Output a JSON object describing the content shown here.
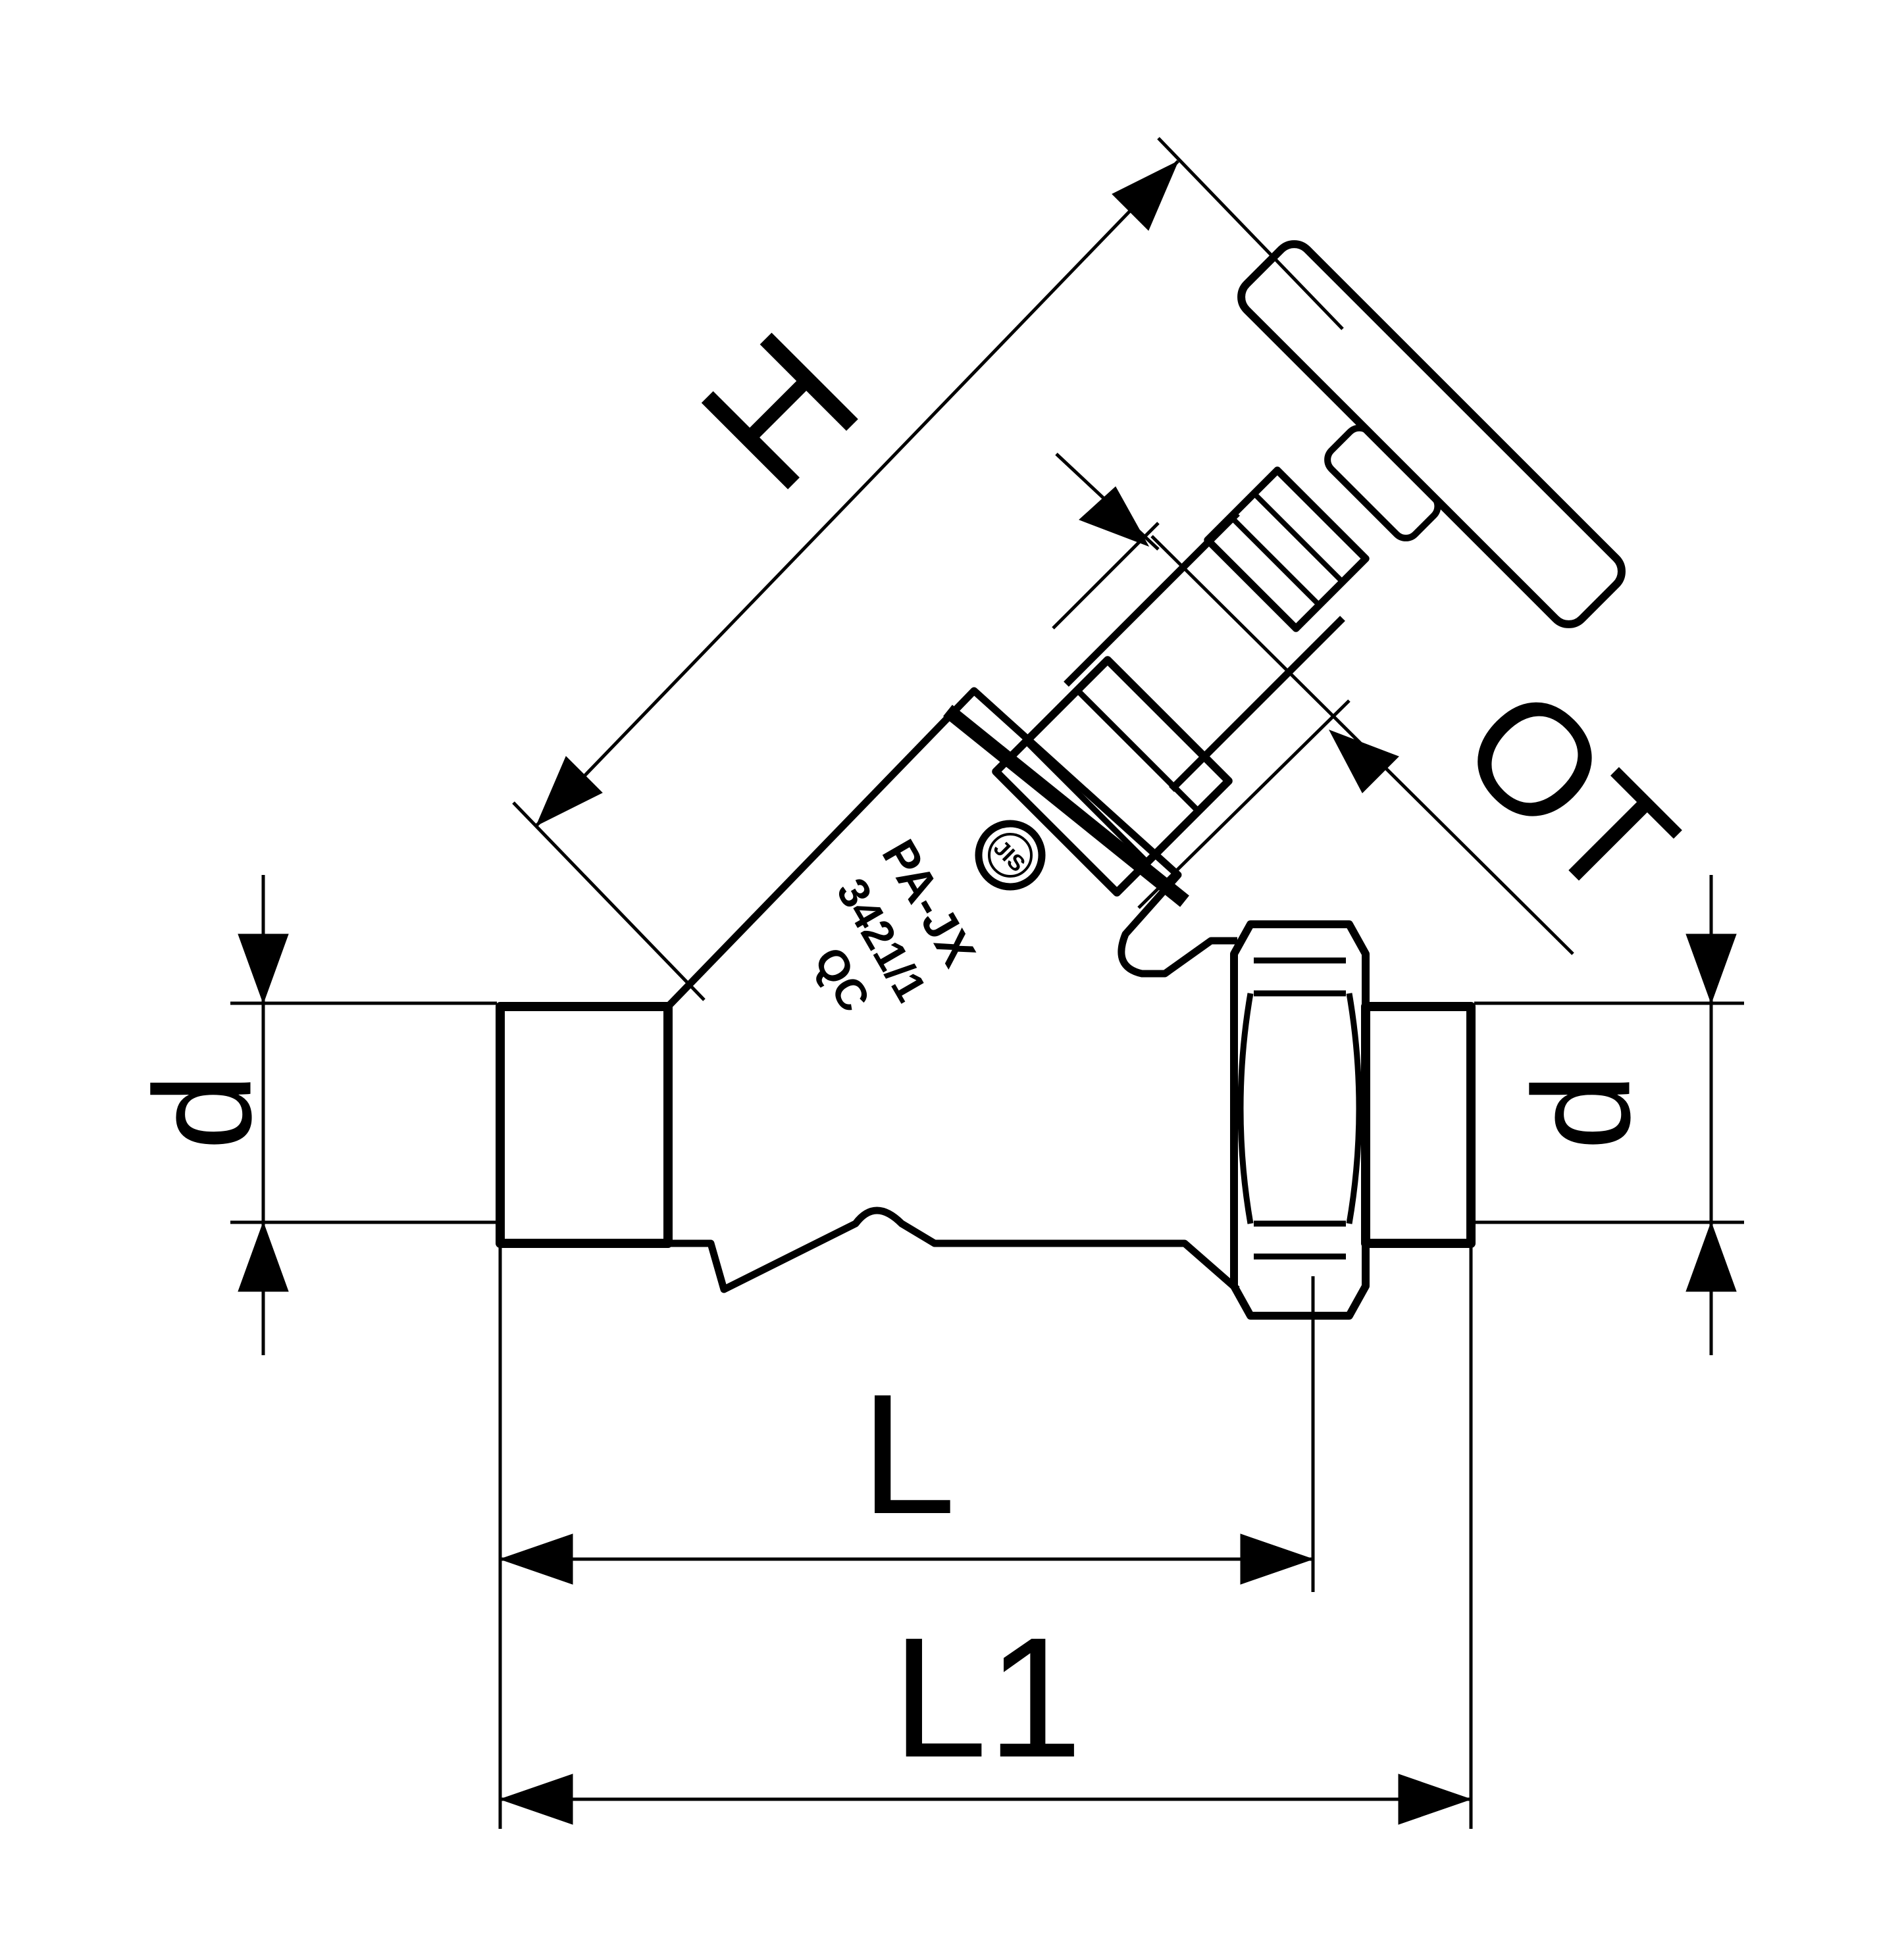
{
  "diagram": {
    "type": "technical-drawing",
    "subject": "angle seat valve with union nut",
    "colors": {
      "line": "#000000",
      "background": "#ffffff"
    }
  },
  "dimensions": {
    "height": "H",
    "handwheel_offset": "OT",
    "diameter_left": "d",
    "diameter_right": "d",
    "length": "L",
    "length_overall": "L1"
  },
  "body_marking": {
    "line1": "PA-JX",
    "line2": "3421/1",
    "line3": "QC",
    "logo": "JIS"
  }
}
